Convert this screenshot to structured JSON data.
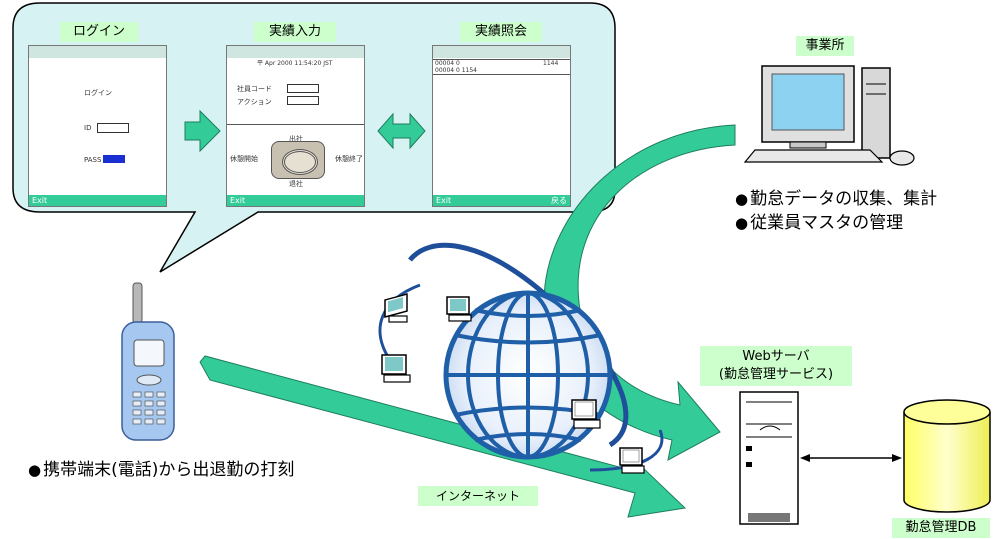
{
  "screens": {
    "login": {
      "title": "ログイン",
      "heading": "ログイン",
      "id_label": "ID",
      "pass_label": "PASS",
      "softkey_left": "Exit"
    },
    "input": {
      "title": "実績入力",
      "status": "平 Apr 2000 11:54:20 JST",
      "field1": "社員コード",
      "field2": "アクション",
      "dial_top": "出社",
      "dial_left": "休憩開始",
      "dial_right": "休憩終了",
      "dial_bottom": "退社",
      "softkey_left": "Exit"
    },
    "history": {
      "title": "実績照会",
      "row1": "00004 0",
      "row2": "00004 0  1154",
      "val1": "1144",
      "softkey_left": "Exit",
      "softkey_right": "戻る"
    }
  },
  "office": {
    "label": "事業所",
    "bullets": [
      "勤怠データの収集、集計",
      "従業員マスタの管理"
    ]
  },
  "mobile": {
    "bullet": "携帯端末(電話)から出退勤の打刻"
  },
  "internet": {
    "label": "インターネット"
  },
  "webserver": {
    "label_line1": "Webサーバ",
    "label_line2": "(勤怠管理サービス)"
  },
  "database": {
    "label": "勤怠管理DB"
  },
  "colors": {
    "bubble": "#d7f2f2",
    "arrow": "#33cc99",
    "tag": "#ccffcc",
    "globe": "#1f5fa8",
    "db": "#ffff99"
  }
}
